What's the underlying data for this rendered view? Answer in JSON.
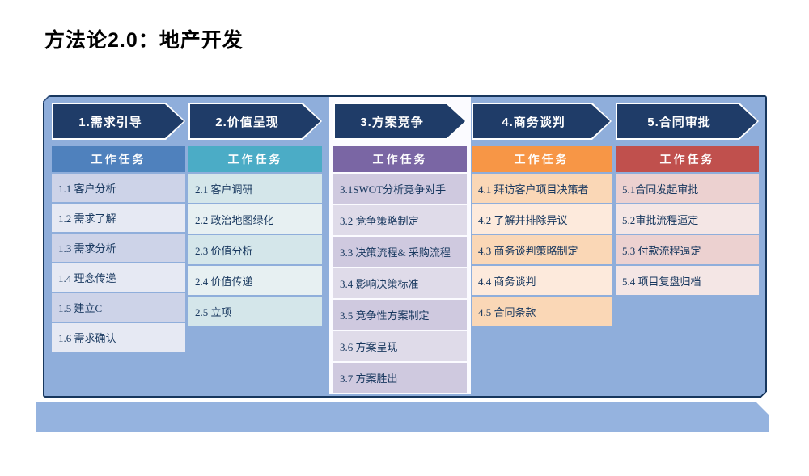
{
  "title": "方法论2.0：地产开发",
  "panel": {
    "background": "#8FAEDB",
    "border_color": "#17375E",
    "highlight_band_color": "#FBFBFF",
    "bottom_band_color": "#95B3DF"
  },
  "arrow": {
    "fill": "#1F3C68",
    "outline": "#FFFFFF",
    "text_color": "#FFFFFF"
  },
  "phases": [
    {
      "arrow_label": "1.需求引导",
      "header_label": "工作任务",
      "header_color": "#4F81BD",
      "row_odd": "#CDD3E8",
      "row_even": "#E6E9F3",
      "text_color": "#17375E",
      "highlighted": false,
      "tasks": [
        "1.1 客户分析",
        "1.2 需求了解",
        "1.3 需求分析",
        "1.4 理念传递",
        "1.5 建立C",
        "1.6 需求确认"
      ]
    },
    {
      "arrow_label": "2.价值呈现",
      "header_label": "工作任务",
      "header_color": "#4BACC6",
      "row_odd": "#D4E6EA",
      "row_even": "#E7F0F2",
      "text_color": "#17375E",
      "highlighted": false,
      "tasks": [
        "2.1 客户调研",
        "2.2 政治地图绿化",
        "2.3 价值分析",
        "2.4 价值传递",
        "2.5 立项"
      ]
    },
    {
      "arrow_label": "3.方案竞争",
      "header_label": "工作任务",
      "header_color": "#7A66A4",
      "row_odd": "#CFC9DF",
      "row_even": "#DFDBE9",
      "text_color": "#17375E",
      "highlighted": true,
      "tasks": [
        "3.1SWOT分析竞争对手",
        "3.2 竞争策略制定",
        "3.3 决策流程& 采购流程",
        "3.4 影响决策标准",
        "3.5 竞争性方案制定",
        "3.6 方案呈现",
        "3.7 方案胜出"
      ]
    },
    {
      "arrow_label": "4.商务谈判",
      "header_label": "工作任务",
      "header_color": "#F79646",
      "row_odd": "#FAD7B6",
      "row_even": "#FDEADC",
      "text_color": "#17375E",
      "highlighted": false,
      "tasks": [
        "4.1 拜访客户项目决策者",
        "4.2 了解并排除异议",
        "4.3 商务谈判策略制定",
        "4.4 商务谈判",
        "4.5 合同条款"
      ]
    },
    {
      "arrow_label": "5.合同审批",
      "header_label": "工作任务",
      "header_color": "#C0504D",
      "row_odd": "#ECD1D0",
      "row_even": "#F4E6E5",
      "text_color": "#17375E",
      "highlighted": false,
      "tasks": [
        "5.1合同发起审批",
        "5.2审批流程逼定",
        "5.3 付款流程逼定",
        "5.4 项目复盘归档"
      ]
    }
  ]
}
